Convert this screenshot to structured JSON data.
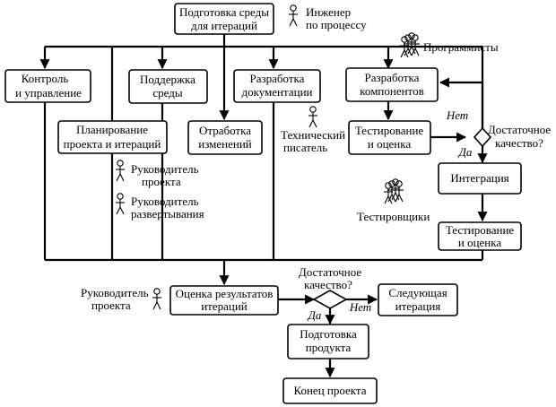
{
  "boxes": {
    "prep_env": [
      "Подготовка среды",
      "для итераций"
    ],
    "control": [
      "Контроль",
      "и управление"
    ],
    "support_env": [
      "Поддержка",
      "среды"
    ],
    "doc_dev": [
      "Разработка",
      "документации"
    ],
    "comp_dev": [
      "Разработка",
      "компонентов"
    ],
    "planning": [
      "Планирование",
      "проекта и итераций"
    ],
    "changes": [
      "Отработка",
      "изменений"
    ],
    "test1": [
      "Тестирование",
      "и оценка"
    ],
    "integration": [
      "Интеграция"
    ],
    "test2": [
      "Тестирование",
      "и оценка"
    ],
    "eval": [
      "Оценка результатов",
      "итераций"
    ],
    "next_iter": [
      "Следующая",
      "итерация"
    ],
    "prep_product": [
      "Подготовка",
      "продукта"
    ],
    "end": [
      "Конец проекта"
    ]
  },
  "roles": {
    "process_engineer": [
      "Инженер",
      "по процессу"
    ],
    "programmers": [
      "Программисты"
    ],
    "tech_writer": [
      "Технический",
      "писатель"
    ],
    "project_manager_1": [
      "Руководитель",
      "проекта"
    ],
    "deploy_manager": [
      "Руководитель",
      "развертывания"
    ],
    "testers": [
      "Тестировщики"
    ],
    "project_manager_2": [
      "Руководитель",
      "проекта"
    ]
  },
  "decisions": {
    "quality_1": {
      "question": [
        "Достаточное",
        "качество?"
      ],
      "yes": "Да",
      "no": "Нет"
    },
    "quality_2": {
      "question": [
        "Достаточное",
        "качество?"
      ],
      "yes": "Да",
      "no": "Нет"
    }
  },
  "icons": {
    "person": "person-icon",
    "group": "group-of-people-icon"
  }
}
